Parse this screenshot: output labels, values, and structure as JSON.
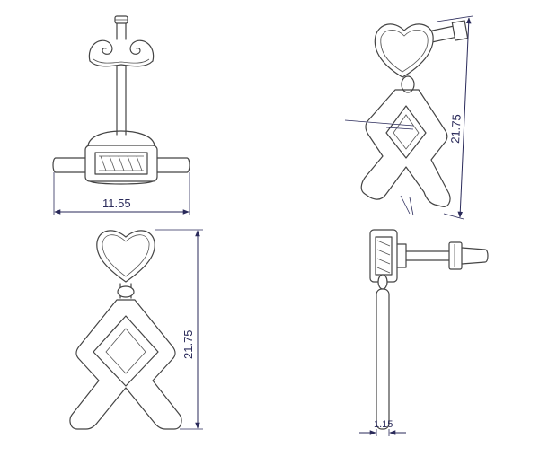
{
  "dimensions": {
    "front_width": "11.55",
    "front_height": "21.75",
    "perspective_height": "21.75",
    "side_thickness": "1.15"
  },
  "colors": {
    "outline": "#444444",
    "dimension": "#2a2a5a",
    "background": "#ffffff"
  }
}
